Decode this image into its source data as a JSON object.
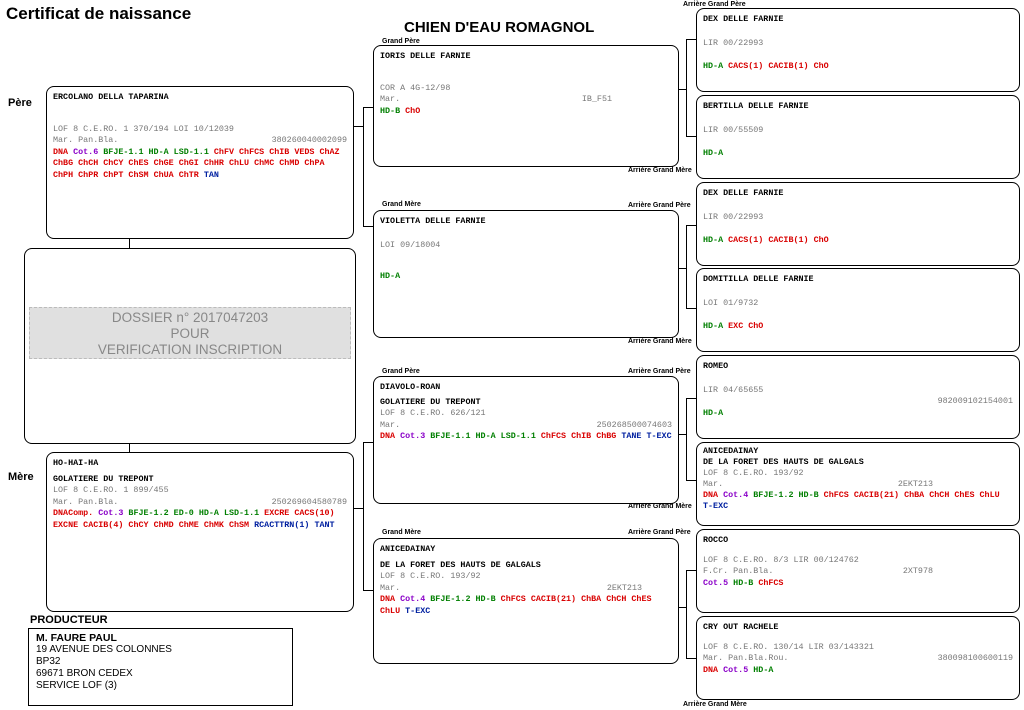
{
  "header": {
    "title": "Certificat de naissance",
    "breed": "CHIEN D'EAU ROMAGNOL"
  },
  "labels": {
    "sire": "Père",
    "dam": "Mère",
    "grand_sire": "Grand Père",
    "grand_dam": "Grand Mère",
    "great_gs": "Arrière Grand Père",
    "great_gd": "Arrière Grand Mère"
  },
  "sire": {
    "name": "ERCOLANO DELLA TAPARINA",
    "reg": "LOF 8 C.E.RO. 1 370/194 LOI 10/12039",
    "mark_label": "Mar. Pan.Bla.",
    "mark_value": "380260040002099",
    "tags": [
      {
        "t": "DNA",
        "c": "r"
      },
      {
        "t": "Cot.6",
        "c": "p"
      },
      {
        "t": "BFJE-1.1",
        "c": "g"
      },
      {
        "t": "HD-A",
        "c": "g"
      },
      {
        "t": "LSD-1.1",
        "c": "g"
      },
      {
        "t": "ChFV",
        "c": "r"
      },
      {
        "t": "ChFCS",
        "c": "r"
      },
      {
        "t": "ChIB",
        "c": "r"
      },
      {
        "t": "VEDS",
        "c": "r"
      },
      {
        "t": "ChAZ",
        "c": "r"
      },
      {
        "t": "ChBG",
        "c": "r"
      },
      {
        "t": "ChCH",
        "c": "r"
      },
      {
        "t": "ChCY",
        "c": "r"
      },
      {
        "t": "ChES",
        "c": "r"
      },
      {
        "t": "ChGE",
        "c": "r"
      },
      {
        "t": "ChGI",
        "c": "r"
      },
      {
        "t": "ChHR",
        "c": "r"
      },
      {
        "t": "ChLU",
        "c": "r"
      },
      {
        "t": "ChMC",
        "c": "r"
      },
      {
        "t": "ChMD",
        "c": "r"
      },
      {
        "t": "ChPA",
        "c": "r"
      },
      {
        "t": "ChPH",
        "c": "r"
      },
      {
        "t": "ChPR",
        "c": "r"
      },
      {
        "t": "ChPT",
        "c": "r"
      },
      {
        "t": "ChSM",
        "c": "r"
      },
      {
        "t": "ChUA",
        "c": "r"
      },
      {
        "t": "ChTR",
        "c": "r"
      },
      {
        "t": "TAN",
        "c": "b"
      }
    ]
  },
  "dam": {
    "name": "HO-HAI-HA",
    "kennel": "GOLATIERE DU TREPONT",
    "reg": "LOF 8 C.E.RO. 1 899/455",
    "mark_label": "Mar. Pan.Bla.",
    "mark_value": "250269604580789",
    "tags": [
      {
        "t": "DNAComp.",
        "c": "r"
      },
      {
        "t": "Cot.3",
        "c": "p"
      },
      {
        "t": "BFJE-1.2",
        "c": "g"
      },
      {
        "t": "ED-0",
        "c": "g"
      },
      {
        "t": "HD-A",
        "c": "g"
      },
      {
        "t": "LSD-1.1",
        "c": "g"
      },
      {
        "t": "EXCRE",
        "c": "r"
      },
      {
        "t": "CACS(10)",
        "c": "r"
      },
      {
        "t": "EXCNE",
        "c": "r"
      },
      {
        "t": "CACIB(4)",
        "c": "r"
      },
      {
        "t": "ChCY",
        "c": "r"
      },
      {
        "t": "ChMD",
        "c": "r"
      },
      {
        "t": "ChME",
        "c": "r"
      },
      {
        "t": "ChMK",
        "c": "r"
      },
      {
        "t": "ChSM",
        "c": "r"
      },
      {
        "t": "RCACTTRN(1)",
        "c": "b"
      },
      {
        "t": "TANT",
        "c": "b"
      }
    ]
  },
  "gsp": {
    "name": "IORIS DELLE FARNIE",
    "reg": "COR A 4G-12/98",
    "mark_label": "Mar.",
    "mark_value": "IB_F51",
    "tags": [
      {
        "t": "HD-B",
        "c": "g"
      },
      {
        "t": "ChO",
        "c": "r"
      }
    ]
  },
  "gdp": {
    "name": "VIOLETTA DELLE FARNIE",
    "reg": "LOI 09/18004",
    "tags": [
      {
        "t": "HD-A",
        "c": "g"
      }
    ]
  },
  "gsm": {
    "name": "DIAVOLO-ROAN",
    "kennel": "GOLATIERE DU TREPONT",
    "reg": "LOF 8 C.E.RO. 626/121",
    "mark_label": "Mar.",
    "mark_value": "250268500074603",
    "tags": [
      {
        "t": "DNA",
        "c": "r"
      },
      {
        "t": "Cot.3",
        "c": "p"
      },
      {
        "t": "BFJE-1.1",
        "c": "g"
      },
      {
        "t": "HD-A",
        "c": "g"
      },
      {
        "t": "LSD-1.1",
        "c": "g"
      },
      {
        "t": "ChFCS",
        "c": "r"
      },
      {
        "t": "ChIB",
        "c": "r"
      },
      {
        "t": "ChBG",
        "c": "r"
      },
      {
        "t": "TANE",
        "c": "b"
      },
      {
        "t": "T-EXC",
        "c": "b"
      }
    ]
  },
  "gdm": {
    "name": "ANICEDAINAY",
    "kennel": "DE LA FORET DES HAUTS DE GALGALS",
    "reg": "LOF 8 C.E.RO. 193/92",
    "mark_label": "Mar.",
    "mark_value": "2EKT213",
    "tags": [
      {
        "t": "DNA",
        "c": "r"
      },
      {
        "t": "Cot.4",
        "c": "p"
      },
      {
        "t": "BFJE-1.2",
        "c": "g"
      },
      {
        "t": "HD-B",
        "c": "g"
      },
      {
        "t": "ChFCS",
        "c": "r"
      },
      {
        "t": "CACIB(21)",
        "c": "r"
      },
      {
        "t": "ChBA",
        "c": "r"
      },
      {
        "t": "ChCH",
        "c": "r"
      },
      {
        "t": "ChES",
        "c": "r"
      },
      {
        "t": "ChLU",
        "c": "r"
      },
      {
        "t": "T-EXC",
        "c": "b"
      }
    ]
  },
  "gg": [
    {
      "name": "DEX DELLE FARNIE",
      "reg": "LIR 00/22993",
      "tags": [
        {
          "t": "HD-A",
          "c": "g"
        },
        {
          "t": "CACS(1)",
          "c": "r"
        },
        {
          "t": "CACIB(1)",
          "c": "r"
        },
        {
          "t": "ChO",
          "c": "r"
        }
      ]
    },
    {
      "name": "BERTILLA DELLE FARNIE",
      "reg": "LIR 00/55509",
      "tags": [
        {
          "t": "HD-A",
          "c": "g"
        }
      ]
    },
    {
      "name": "DEX DELLE FARNIE",
      "reg": "LIR 00/22993",
      "tags": [
        {
          "t": "HD-A",
          "c": "g"
        },
        {
          "t": "CACS(1)",
          "c": "r"
        },
        {
          "t": "CACIB(1)",
          "c": "r"
        },
        {
          "t": "ChO",
          "c": "r"
        }
      ]
    },
    {
      "name": "DOMITILLA DELLE FARNIE",
      "reg": "LOI 01/9732",
      "tags": [
        {
          "t": "HD-A",
          "c": "g"
        },
        {
          "t": "EXC",
          "c": "r"
        },
        {
          "t": "ChO",
          "c": "r"
        }
      ]
    },
    {
      "name": "ROMEO",
      "reg": "LIR 04/65655",
      "chip": "982009102154001",
      "tags": [
        {
          "t": "HD-A",
          "c": "g"
        }
      ]
    },
    {
      "name": "ANICEDAINAY",
      "kennel": "DE LA FORET DES HAUTS DE GALGALS",
      "reg": "LOF 8 C.E.RO. 193/92",
      "mark_label": "Mar.",
      "mark_value": "2EKT213",
      "tags": [
        {
          "t": "DNA",
          "c": "r"
        },
        {
          "t": "Cot.4",
          "c": "p"
        },
        {
          "t": "BFJE-1.2",
          "c": "g"
        },
        {
          "t": "HD-B",
          "c": "g"
        },
        {
          "t": "ChFCS",
          "c": "r"
        },
        {
          "t": "CACIB(21)",
          "c": "r"
        },
        {
          "t": "ChBA",
          "c": "r"
        },
        {
          "t": "ChCH",
          "c": "r"
        },
        {
          "t": "ChES",
          "c": "r"
        },
        {
          "t": "ChLU",
          "c": "r"
        },
        {
          "t": "T-EXC",
          "c": "b"
        }
      ]
    },
    {
      "name": "ROCCO",
      "reg": "LOF 8 C.E.RO. 8/3 LIR 00/124762",
      "mark_label": "F.Cr. Pan.Bla.",
      "mark_value": "2XT978",
      "tags": [
        {
          "t": "Cot.5",
          "c": "p"
        },
        {
          "t": "HD-B",
          "c": "g"
        },
        {
          "t": "ChFCS",
          "c": "r"
        }
      ]
    },
    {
      "name": "CRY OUT RACHELE",
      "reg": "LOF 8 C.E.RO. 130/14 LIR 03/143321",
      "mark_label": "Mar. Pan.Bla.Rou.",
      "mark_value": "380098100600119",
      "tags": [
        {
          "t": "DNA",
          "c": "r"
        },
        {
          "t": "Cot.5",
          "c": "p"
        },
        {
          "t": "HD-A",
          "c": "g"
        }
      ]
    }
  ],
  "dossier": {
    "line1": "DOSSIER n° 2017047203",
    "line2": "POUR",
    "line3": "VERIFICATION INSCRIPTION"
  },
  "producer": {
    "heading": "PRODUCTEUR",
    "name": "M. FAURE PAUL",
    "address1": "19 AVENUE DES COLONNES",
    "address2": "BP32",
    "address3": "69671 BRON CEDEX",
    "service": "SERVICE LOF (3)"
  }
}
